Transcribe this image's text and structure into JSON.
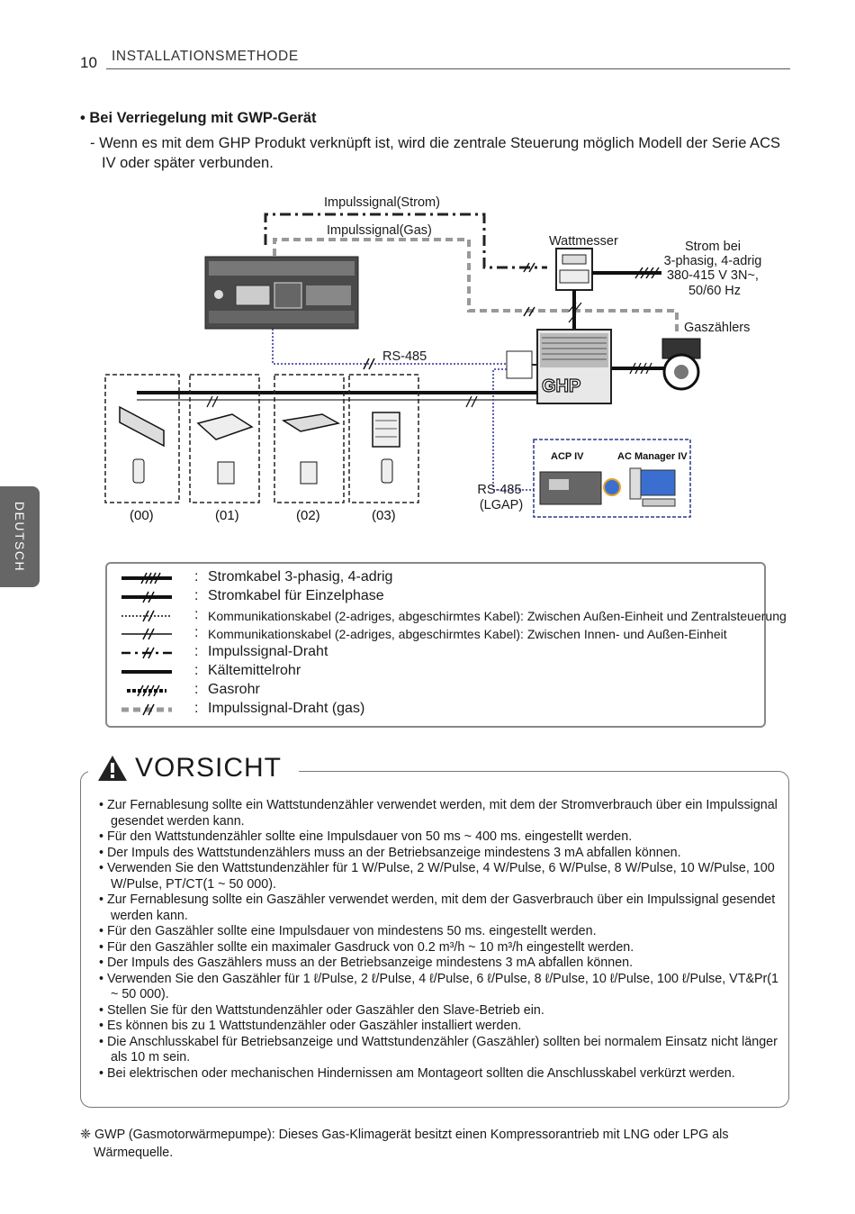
{
  "header": {
    "page_number": "10",
    "section_title": "INSTALLATIONSMETHODE"
  },
  "side_tab": {
    "label": "DEUTSCH"
  },
  "section": {
    "heading": "• Bei Verriegelung mit GWP-Gerät",
    "intro": "- Wenn es mit dem GHP Produkt verknüpft ist, wird die zentrale Steuerung möglich Modell der Serie ACS IV oder später verbunden."
  },
  "diagram": {
    "impulse_power": "Impulssignal(Strom)",
    "impulse_gas": "Impulssignal(Gas)",
    "wattmeter": "Wattmesser",
    "power_supply": [
      "Strom bei",
      "3-phasig, 4-adrig",
      "380-415 V 3N~,",
      "50/60 Hz"
    ],
    "gas_meter": "Gaszählers",
    "rs485": "RS-485",
    "ghp": "GHP",
    "rs485_lgap": [
      "RS-485",
      "(LGAP)"
    ],
    "acp": "ACP IV",
    "ac_manager": "AC Manager IV",
    "unit_addresses": [
      "(00)",
      "(01)",
      "(02)",
      "(03)"
    ]
  },
  "legend": [
    {
      "symbol": "power-3phase",
      "text": "Stromkabel 3-phasig, 4-adrig",
      "small": false
    },
    {
      "symbol": "power-single",
      "text": "Stromkabel für Einzelphase",
      "small": false
    },
    {
      "symbol": "comm-outdoor-central",
      "text": "Kommunikationskabel (2-adriges, abgeschirmtes Kabel): Zwischen Außen-Einheit und Zentralsteuerung",
      "small": true
    },
    {
      "symbol": "comm-indoor-outdoor",
      "text": "Kommunikationskabel (2-adriges, abgeschirmtes Kabel): Zwischen Innen- und Außen-Einheit",
      "small": true
    },
    {
      "symbol": "impulse-wire",
      "text": "Impulssignal-Draht",
      "small": false
    },
    {
      "symbol": "refrigerant-pipe",
      "text": "Kältemittelrohr",
      "small": false
    },
    {
      "symbol": "gas-pipe",
      "text": "Gasrohr",
      "small": false
    },
    {
      "symbol": "impulse-wire-gas",
      "text": "Impulssignal-Draht (gas)",
      "small": false
    }
  ],
  "legend_colon": ":",
  "caution": {
    "title": "VORSICHT",
    "items": [
      "Zur Fernablesung sollte ein Wattstundenzähler verwendet werden, mit dem der Stromverbrauch über ein Impulssignal gesendet werden kann.",
      "Für den Wattstundenzähler sollte eine Impulsdauer von 50 ms ~ 400 ms. eingestellt werden.",
      "Der Impuls des Wattstundenzählers muss an der Betriebsanzeige mindestens 3 mA abfallen können.",
      "Verwenden Sie den Wattstundenzähler für 1 W/Pulse, 2 W/Pulse, 4 W/Pulse, 6 W/Pulse, 8 W/Pulse, 10 W/Pulse, 100 W/Pulse, PT/CT(1 ~ 50 000).",
      "Zur Fernablesung sollte ein Gaszähler verwendet werden, mit dem der Gasverbrauch über ein Impulssignal gesendet werden kann.",
      "Für den Gaszähler sollte eine Impulsdauer von mindestens 50 ms. eingestellt werden.",
      "Für den Gaszähler sollte ein maximaler Gasdruck von 0.2 m³/h ~ 10 m³/h  eingestellt werden.",
      "Der Impuls des Gaszählers muss an der Betriebsanzeige mindestens 3 mA abfallen können.",
      "Verwenden Sie den Gaszähler für 1 ℓ/Pulse, 2 ℓ/Pulse, 4 ℓ/Pulse, 6 ℓ/Pulse, 8 ℓ/Pulse, 10 ℓ/Pulse, 100 ℓ/Pulse, VT&Pr(1 ~ 50 000).",
      "Stellen Sie für den Wattstundenzähler oder Gaszähler den Slave-Betrieb ein.",
      "Es können bis zu 1 Wattstundenzähler oder Gaszähler installiert werden.",
      "Die Anschlusskabel für Betriebsanzeige und Wattstundenzähler (Gaszähler) sollten bei normalem Einsatz nicht länger als 10 m sein.",
      "Bei elektrischen oder mechanischen Hindernissen am Montageort sollten die Anschlusskabel verkürzt werden."
    ]
  },
  "footnote": {
    "mark": "❈",
    "text": "GWP (Gasmotorwärmepumpe): Dieses Gas-Klimagerät besitzt einen Kompressorantrieb mit LNG oder LPG als Wärmequelle."
  }
}
